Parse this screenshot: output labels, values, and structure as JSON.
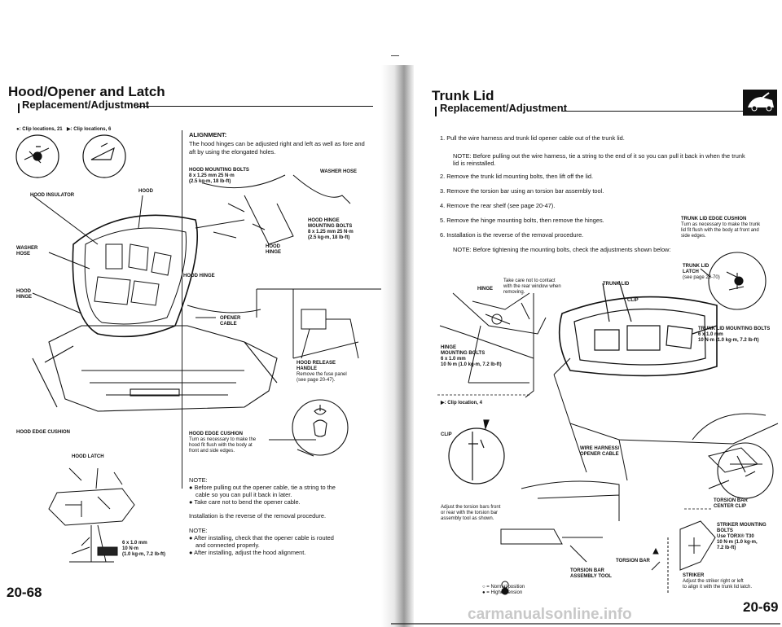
{
  "left": {
    "title": "Hood/Opener and Latch",
    "subtitle": "Replacement/Adjustment",
    "clip_legend_1": "●: Clip locations, 21",
    "clip_legend_2": "▶: Clip locations, 6",
    "alignment_head": "ALIGNMENT:",
    "alignment_body": "The hood hinges can be adjusted right and left as well as fore and aft by using the elongated holes.",
    "mounting_bolts": "HOOD MOUNTING BOLTS",
    "mounting_spec1": "8 x 1.25 mm 25 N·m",
    "mounting_spec2": "(2.5 kg-m, 18 lb-ft)",
    "washer_hose_top": "WASHER HOSE",
    "hood_hinge_bolts": "HOOD HINGE",
    "hinge_bolts_2": "MOUNTING BOLTS",
    "hinge_spec1": "8 x 1.25 mm 25 N·m",
    "hinge_spec2": "(2.5 kg-m, 18 lb-ft)",
    "hood_hinge_small_1": "HOOD",
    "hood_hinge_small_2": "HINGE",
    "hood_insulator": "HOOD INSULATOR",
    "hood": "HOOD",
    "washer_hose_1": "WASHER",
    "washer_hose_2": "HOSE",
    "hood_hinge_left_1": "HOOD",
    "hood_hinge_left_2": "HINGE",
    "hood_hinge_center": "HOOD HINGE",
    "opener_cable_1": "OPENER",
    "opener_cable_2": "CABLE",
    "release_1": "HOOD RELEASE",
    "release_2": "HANDLE",
    "release_3": "Remove the fuse panel",
    "release_4": "(see page 20-47).",
    "edge_cushion": "HOOD EDGE CUSHION",
    "edge_cushion_head": "HOOD EDGE CUSHION",
    "edge_cushion_1": "Turn as necessary to make the",
    "edge_cushion_2": "hood fit flush with the body at",
    "edge_cushion_3": "front and side edges.",
    "hood_latch": "HOOD LATCH",
    "latch_spec1": "6 x 1.0 mm",
    "latch_spec2": "10 N·m",
    "latch_spec3": "(1.0 kg-m, 7.2 lb-ft)",
    "note1_head": "NOTE:",
    "note1_a": "● Before pulling out the opener cable, tie a string to the",
    "note1_b": "cable so you can pull it back in later.",
    "note1_c": "● Take care not to bend the opener cable.",
    "install": "Installation is the reverse of the removal procedure.",
    "note2_head": "NOTE:",
    "note2_a": "● After installing, check that the opener cable is routed",
    "note2_b": "and connected properly.",
    "note2_c": "● After installing, adjust the hood alignment.",
    "page_number": "20-68"
  },
  "right": {
    "title": "Trunk Lid",
    "subtitle": "Replacement/Adjustment",
    "step1": "1.  Pull the wire harness and trunk lid opener cable out of the trunk lid.",
    "note_a": "NOTE: Before pulling out the wire harness, tie a string to the end of it so you can pull it back in when the trunk",
    "note_b": "lid is reinstalled.",
    "step2": "2.  Remove the trunk lid mounting bolts, then lift off the lid.",
    "step3": "3.  Remove the torsion bar using an torsion bar assembly tool.",
    "step4": "4.  Remove the rear shelf (see page 20-47).",
    "step5": "5.  Remove the hinge mounting bolts, then remove the hinges.",
    "step6": "6.  Installation is the reverse of the removal procedure.",
    "note_c": "NOTE: Before tightening the mounting bolts, check the adjustments shown below:",
    "cushion_head": "TRUNK LID EDGE CUSHION",
    "cushion_1": "Turn as necessary to make the trunk",
    "cushion_2": "lid fit flush with the body at front and",
    "cushion_3": "side edges.",
    "latch_1": "TRUNK LID",
    "latch_2": "LATCH",
    "latch_3": "(see page 20-70)",
    "take_care_1": "Take care not to contact",
    "take_care_2": "with the rear window when",
    "take_care_3": "removing.",
    "hinge": "HINGE",
    "trunk_lid": "TRUNK LID",
    "clip_top": "CLIP",
    "hinge_bolts_1": "HINGE",
    "hinge_bolts_2": "MOUNTING BOLTS",
    "hinge_bolts_3": "6 x 1.0 mm",
    "hinge_bolts_4": "10 N·m (1.0 kg-m, 7.2 lb-ft)",
    "lid_bolts_1": "TRUNK LID MOUNTING BOLTS",
    "lid_bolts_2": "6 x 1.0 mm",
    "lid_bolts_3": "10 N·m (1.0 kg-m, 7.2 lb-ft)",
    "clip_loc": "▶: Clip location, 4",
    "clip_left": "CLIP",
    "wire_1": "WIRE HARNESS/",
    "wire_2": "OPENER CABLE",
    "torsion_head_1": "TORSION BAR",
    "torsion_head_2": "CENTER CLIP",
    "adjust_1": "Adjust the torsion bars front",
    "adjust_2": "or rear with the torsion bar",
    "adjust_3": "assembly tool as shown.",
    "torsion_bar": "TORSION BAR",
    "tool_1": "TORSION BAR",
    "tool_2": "ASSEMBLY TOOL",
    "legend_1": "○ = Normal position",
    "legend_2": "● = Higher tension",
    "striker_bolts_1": "STRIKER MOUNTING",
    "striker_bolts_2": "BOLTS",
    "striker_bolts_3": "Use TORX® T30",
    "striker_bolts_4": "10 N·m (1.0 kg-m,",
    "striker_bolts_5": "7.2 lb-ft)",
    "striker_head": "STRIKER",
    "striker_1": "Adjust the striker right or left",
    "striker_2": "to align it with the trunk lid latch.",
    "page_number": "20-69",
    "watermark": "carmanualsonline.info"
  }
}
